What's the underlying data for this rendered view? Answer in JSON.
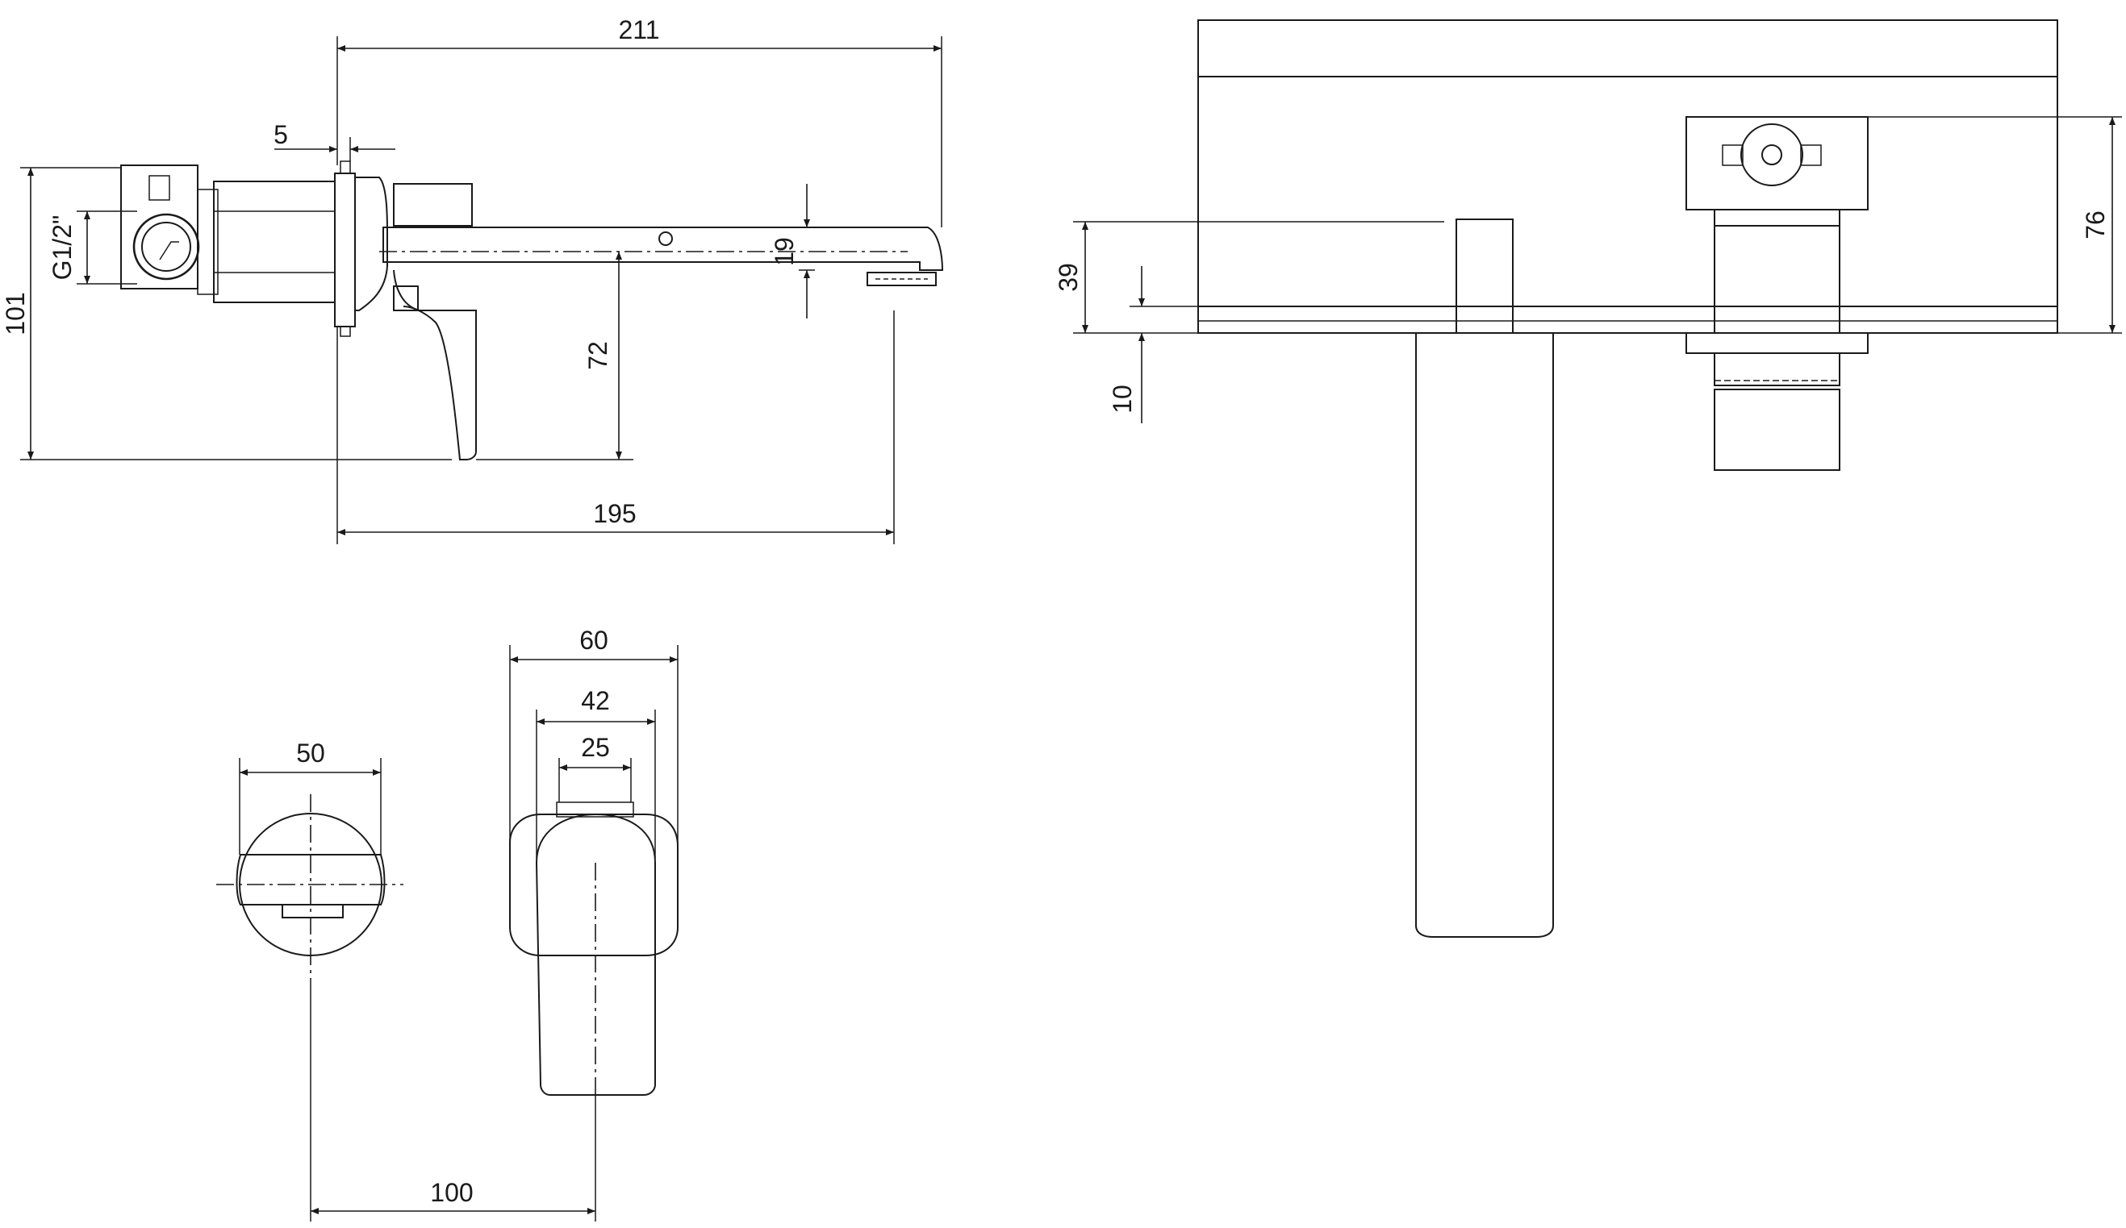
{
  "colors": {
    "line": "#1a1a1a",
    "background": "#ffffff"
  },
  "dimensions": {
    "overall_length": "211",
    "flange_offset": "5",
    "height": "101",
    "thread": "G1/2\"",
    "spout_thickness": "19",
    "lever_height": "72",
    "spout_projection": "195",
    "spout_diameter": "50",
    "plate_width": "60",
    "lever_width": "42",
    "lever_inner": "25",
    "centre_distance": "100",
    "depth_39": "39",
    "depth_10": "10",
    "body_76": "76"
  }
}
